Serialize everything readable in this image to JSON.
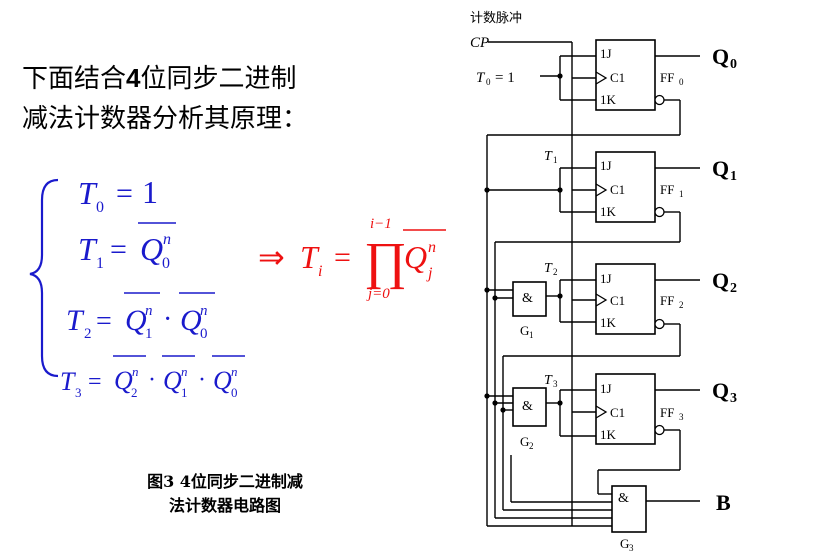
{
  "intro": {
    "line1_pre": "下面结合",
    "line1_num": "4",
    "line1_post": "位同步二进制",
    "line2": "减法计数器分析其原理："
  },
  "equations": {
    "t0_var": "T",
    "t0_sub": "0",
    "t0_eq": "=",
    "t0_val": "1",
    "t1_var": "T",
    "t1_sub": "1",
    "t1_eq": "=",
    "t2_var": "T",
    "t2_sub": "2",
    "t2_eq": "=",
    "t3_var": "T",
    "t3_sub": "3",
    "t3_eq": "=",
    "q": "Q",
    "n": "n",
    "dot": "·",
    "idx0": "0",
    "idx1": "1",
    "idx2": "2",
    "general": {
      "arrow": "⇒",
      "var": "T",
      "sub": "i",
      "eq": "=",
      "prod": "∏",
      "upper": "i−1",
      "lower": "j=0",
      "q": "Q",
      "sup": "n",
      "qsub": "j"
    }
  },
  "figure_caption": {
    "line1": "图3  4位同步二进制减",
    "line2": "法计数器电路图"
  },
  "circuit": {
    "clock_label_cn": "计数脉冲",
    "clock_label": "CP",
    "t0_label": "T",
    "t0_sub": "0",
    "t0_val": "= 1",
    "t_prefix": "T",
    "t_subs": [
      "1",
      "2",
      "3"
    ],
    "pin_j": "1J",
    "pin_c": "C1",
    "pin_k": "1K",
    "ff_prefix": "FF",
    "ff_subs": [
      "0",
      "1",
      "2",
      "3"
    ],
    "and_symbol": "&",
    "gate_prefix": "G",
    "gate_subs": [
      "1",
      "2",
      "3"
    ],
    "q_prefix": "Q",
    "q_subs": [
      "0",
      "1",
      "2",
      "3"
    ],
    "borrow": "B"
  },
  "colors": {
    "equations": "#1a1acc",
    "general_formula": "#ee1111",
    "circuit": "#000000"
  }
}
